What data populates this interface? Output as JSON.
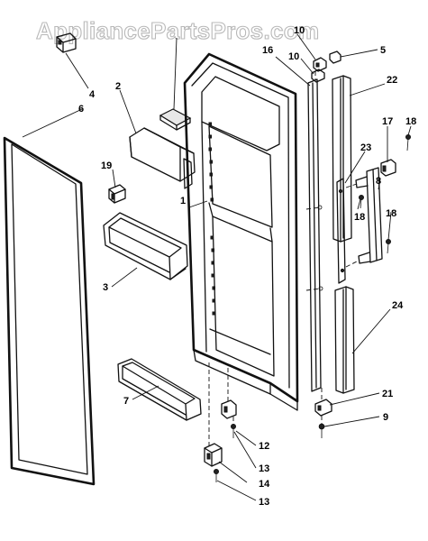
{
  "watermark": "AppliancePartsPros.com",
  "callouts": {
    "c1": "1",
    "c2": "2",
    "c3": "3",
    "c4": "4",
    "c5": "5",
    "c6": "6",
    "c7": "7",
    "c8": "8",
    "c9": "9",
    "c10": "10",
    "c10b": "10",
    "c12": "12",
    "c13a": "13",
    "c13b": "13",
    "c14": "14",
    "c16": "16",
    "c17": "17",
    "c18a": "18",
    "c18b": "18",
    "c18c": "18",
    "c19": "19",
    "c21": "21",
    "c22": "22",
    "c23": "23",
    "c24": "24"
  }
}
